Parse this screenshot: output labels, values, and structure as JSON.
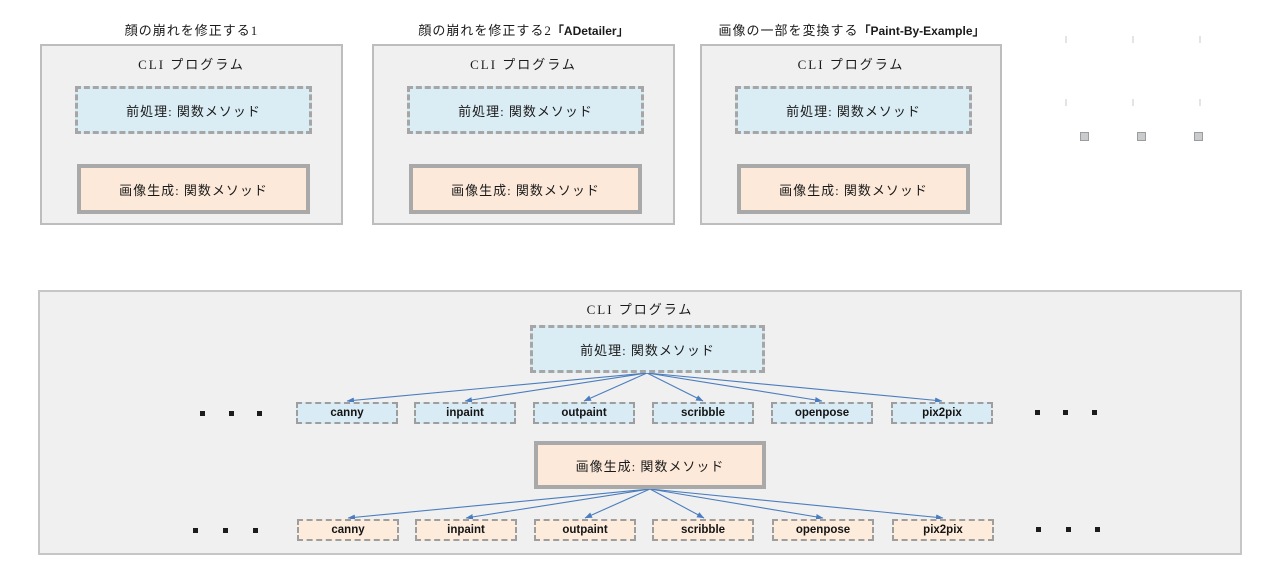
{
  "top_programs": {
    "header": "CLI プログラム",
    "preprocess_label": "前処理: 関数メソッド",
    "generate_label": "画像生成: 関数メソッド",
    "cards": [
      {
        "title_jp": "顔の崩れを修正する1",
        "title_en": ""
      },
      {
        "title_jp": "顔の崩れを修正する2",
        "title_en": "「ADetailer」"
      },
      {
        "title_jp": "画像の一部を変換する",
        "title_en": "「Paint-By-Example」"
      }
    ]
  },
  "main_diagram": {
    "header": "CLI プログラム",
    "preprocess_label": "前処理: 関数メソッド",
    "generate_label": "画像生成: 関数メソッド",
    "preprocess_children": [
      "canny",
      "inpaint",
      "outpaint",
      "scribble",
      "openpose",
      "pix2pix"
    ],
    "generate_children": [
      "canny",
      "inpaint",
      "outpaint",
      "scribble",
      "openpose",
      "pix2pix"
    ]
  },
  "colors": {
    "arrow_blue": "#4a7dbf",
    "preprocess_fill": "#daecf4",
    "generate_fill": "#fde9d9",
    "panel_fill": "#f0f0f0",
    "dashed_border_gray": "#a6a6a6"
  }
}
